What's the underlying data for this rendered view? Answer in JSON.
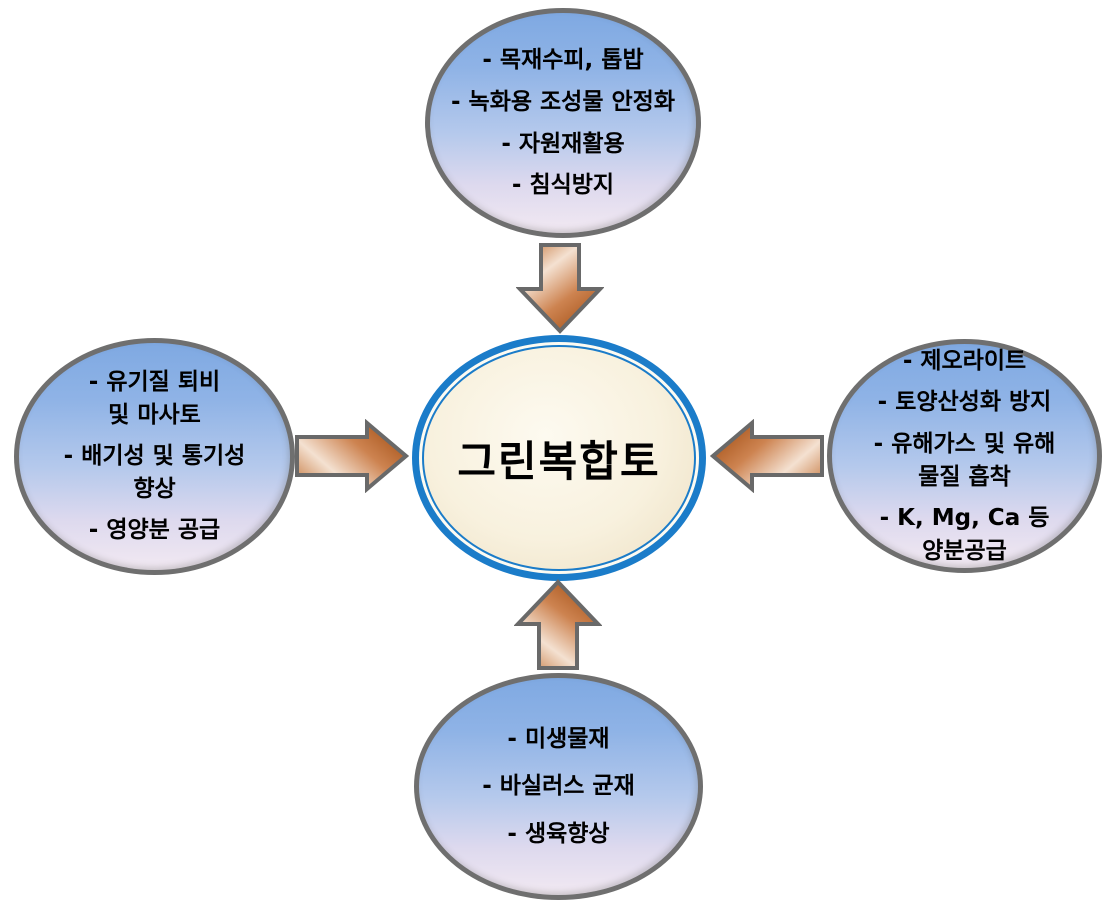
{
  "diagram": {
    "center": {
      "label": "그린복합토"
    },
    "top": {
      "items": [
        [
          "- 목재수피, 톱밥"
        ],
        [
          "- 녹화용 조성물 안정화"
        ],
        [
          "- 자원재활용"
        ],
        [
          "- 침식방지"
        ]
      ]
    },
    "left": {
      "items": [
        [
          "- 유기질 퇴비",
          "및 마사토"
        ],
        [
          "- 배기성 및 통기성",
          "향상"
        ],
        [
          "- 영양분 공급"
        ]
      ]
    },
    "right": {
      "items": [
        [
          "- 제오라이트"
        ],
        [
          "- 토양산성화 방지"
        ],
        [
          "- 유해가스 및 유해",
          "물질 흡착"
        ],
        [
          "- K, Mg, Ca 등",
          "양분공급"
        ]
      ]
    },
    "bottom": {
      "items": [
        [
          "- 미생물재"
        ],
        [
          "- 바실러스 균재"
        ],
        [
          "- 생육향상"
        ]
      ]
    }
  },
  "colors": {
    "node_border": "#6f6f6f",
    "node_gradient_top": "#7fa9e2",
    "node_gradient_bottom": "#f2e9f2",
    "center_border": "#1b7cc9",
    "center_fill": "#f7efd9",
    "arrow_light": "#f4e1d1",
    "arrow_mid": "#cd8350",
    "arrow_dark": "#a24e14",
    "arrow_outline": "#696969",
    "text": "#000000",
    "background": "#ffffff"
  }
}
